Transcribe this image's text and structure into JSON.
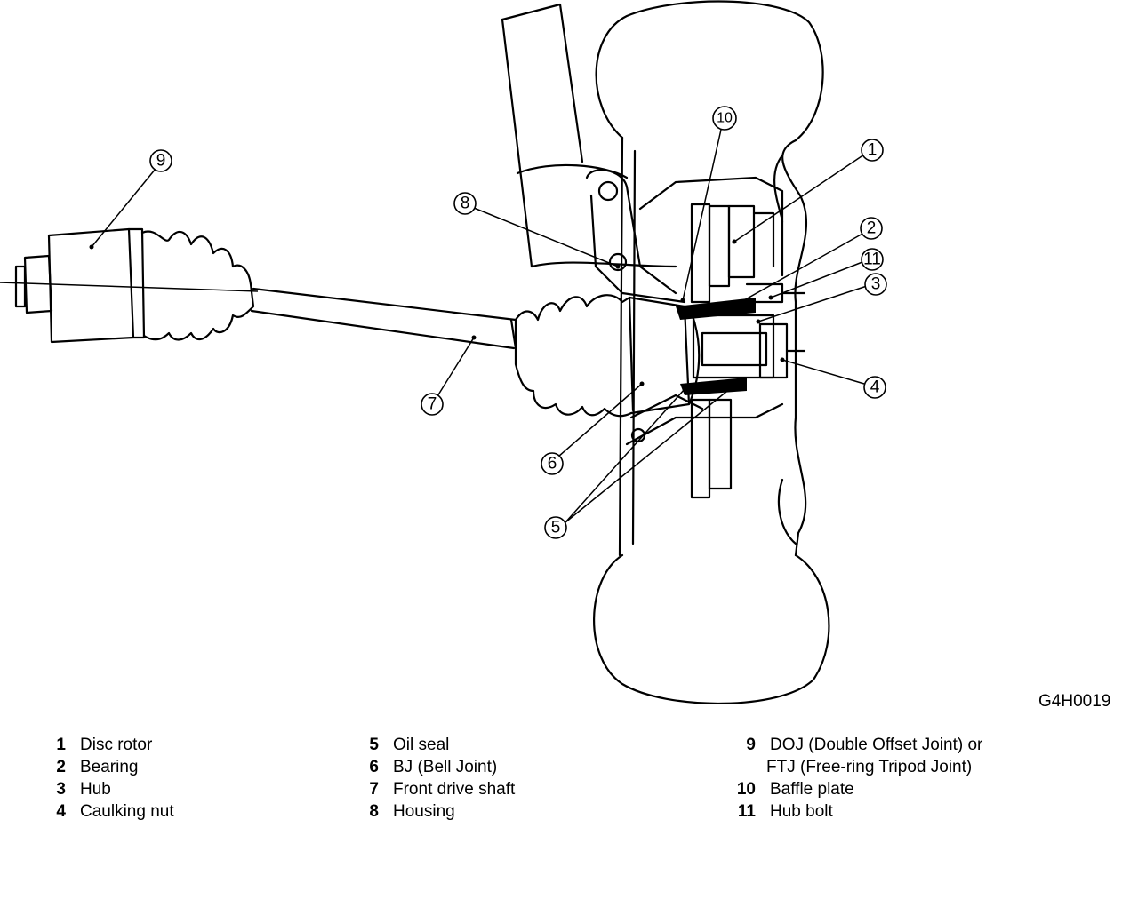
{
  "figure_code": "G4H0019",
  "callouts": [
    "1",
    "2",
    "3",
    "4",
    "5",
    "6",
    "7",
    "8",
    "9",
    "10",
    "11"
  ],
  "legend": {
    "column1": [
      {
        "num": "1",
        "text": "Disc rotor"
      },
      {
        "num": "2",
        "text": "Bearing"
      },
      {
        "num": "3",
        "text": "Hub"
      },
      {
        "num": "4",
        "text": "Caulking nut"
      }
    ],
    "column2": [
      {
        "num": "5",
        "text": "Oil seal"
      },
      {
        "num": "6",
        "text": "BJ (Bell Joint)"
      },
      {
        "num": "7",
        "text": "Front drive shaft"
      },
      {
        "num": "8",
        "text": "Housing"
      }
    ],
    "column3": [
      {
        "num": "9",
        "text": "DOJ (Double Offset Joint) or",
        "cont": "FTJ (Free-ring Tripod Joint)"
      },
      {
        "num": "10",
        "text": "Baffle plate"
      },
      {
        "num": "11",
        "text": "Hub bolt"
      }
    ]
  }
}
